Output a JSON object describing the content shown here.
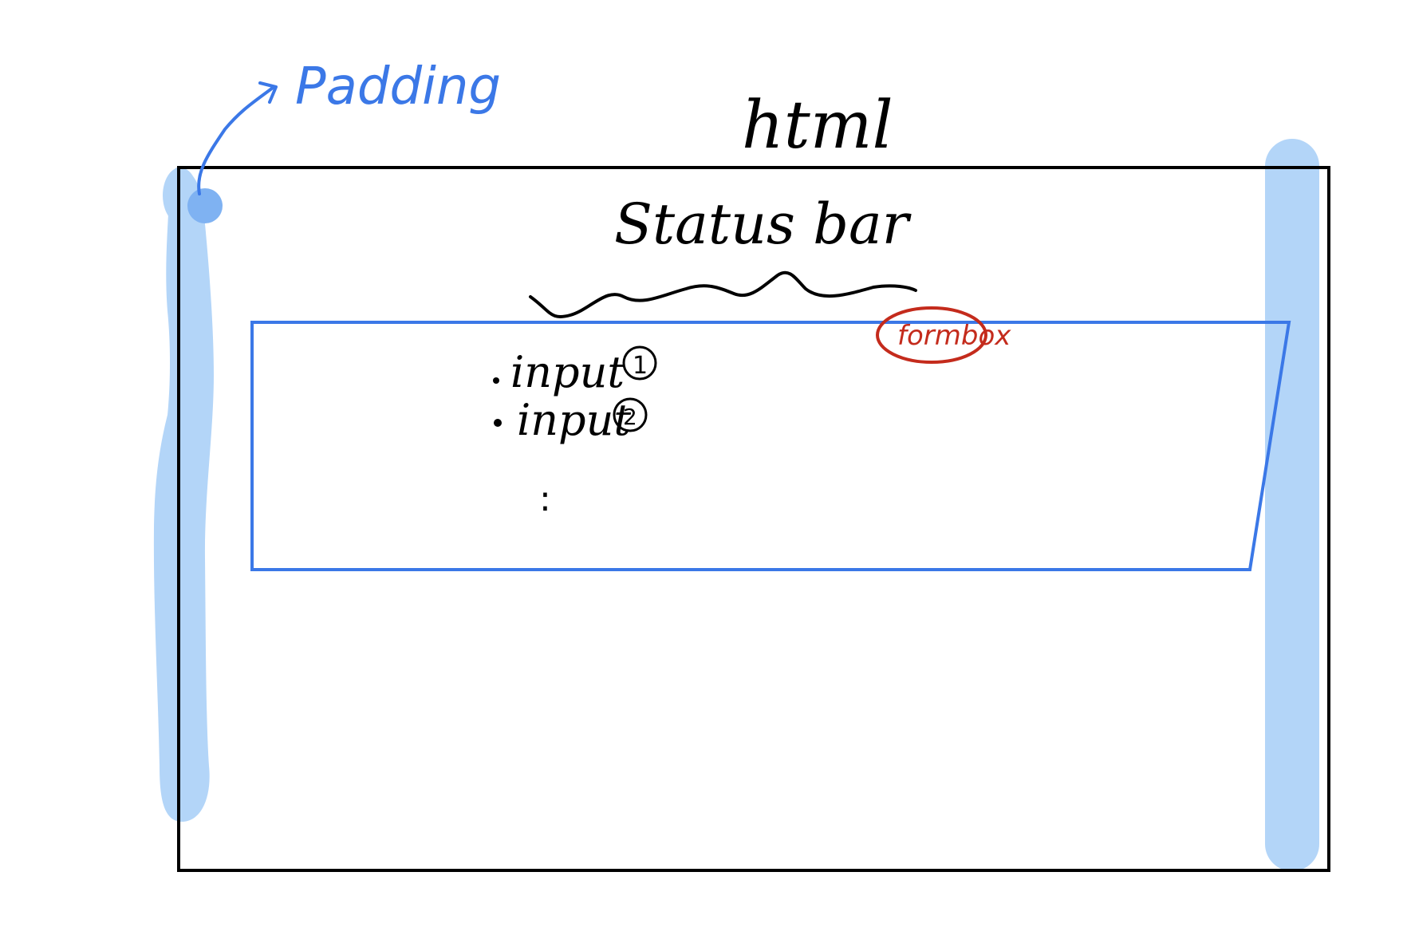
{
  "diagram": {
    "html_label": "html",
    "status_bar_label": "Status bar",
    "padding_label": "Padding",
    "formbox_label": "formbox",
    "inputs": [
      {
        "text": "input",
        "marker": "1"
      },
      {
        "text": "input",
        "marker": "2"
      }
    ],
    "ellipsis": ":"
  },
  "colors": {
    "outline": "#000000",
    "padding_fill": "#b3d5f8",
    "padding_accent": "#7fb2f2",
    "annotation_blue": "#3b78e7",
    "formbox_border": "#3b78e7",
    "formbox_label": "#c42b1c",
    "ink": "#000000"
  }
}
